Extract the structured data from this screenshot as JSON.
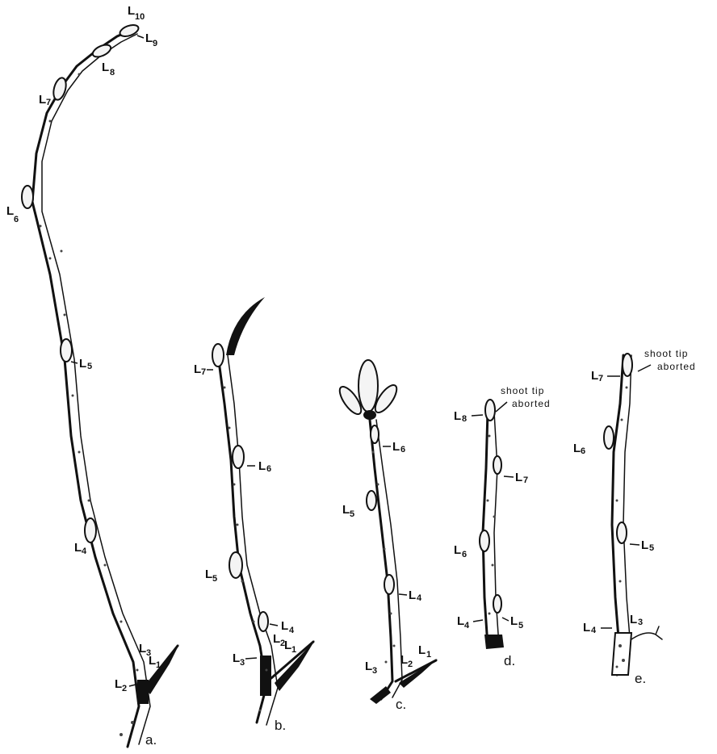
{
  "panels": {
    "a": {
      "letter": "a.",
      "labels": [
        {
          "main": "L",
          "sub": "10"
        },
        {
          "main": "L",
          "sub": "9"
        },
        {
          "main": "L",
          "sub": "8"
        },
        {
          "main": "L",
          "sub": "7"
        },
        {
          "main": "L",
          "sub": "6"
        },
        {
          "main": "L",
          "sub": "5"
        },
        {
          "main": "L",
          "sub": "4"
        },
        {
          "main": "L",
          "sub": "3"
        },
        {
          "main": "L",
          "sub": "1"
        },
        {
          "main": "L",
          "sub": "2"
        }
      ]
    },
    "b": {
      "letter": "b.",
      "labels": [
        {
          "main": "L",
          "sub": "7"
        },
        {
          "main": "L",
          "sub": "6"
        },
        {
          "main": "L",
          "sub": "5"
        },
        {
          "main": "L",
          "sub": "4"
        },
        {
          "main": "L",
          "sub": "2"
        },
        {
          "main": "L",
          "sub": "1"
        },
        {
          "main": "L",
          "sub": "3"
        }
      ]
    },
    "c": {
      "letter": "c.",
      "labels": [
        {
          "main": "L",
          "sub": "6"
        },
        {
          "main": "L",
          "sub": "5"
        },
        {
          "main": "L",
          "sub": "4"
        },
        {
          "main": "L",
          "sub": "1"
        },
        {
          "main": "L",
          "sub": "2"
        },
        {
          "main": "L",
          "sub": "3"
        }
      ]
    },
    "d": {
      "letter": "d.",
      "note_line1": "shoot tip",
      "note_line2": "aborted",
      "labels": [
        {
          "main": "L",
          "sub": "8"
        },
        {
          "main": "L",
          "sub": "7"
        },
        {
          "main": "L",
          "sub": "6"
        },
        {
          "main": "L",
          "sub": "4"
        },
        {
          "main": "L",
          "sub": "5"
        }
      ]
    },
    "e": {
      "letter": "e.",
      "note_line1": "shoot tip",
      "note_line2": "aborted",
      "labels": [
        {
          "main": "L",
          "sub": "7"
        },
        {
          "main": "L",
          "sub": "6"
        },
        {
          "main": "L",
          "sub": "5"
        },
        {
          "main": "L",
          "sub": "4"
        },
        {
          "main": "L",
          "sub": "3"
        }
      ]
    }
  }
}
